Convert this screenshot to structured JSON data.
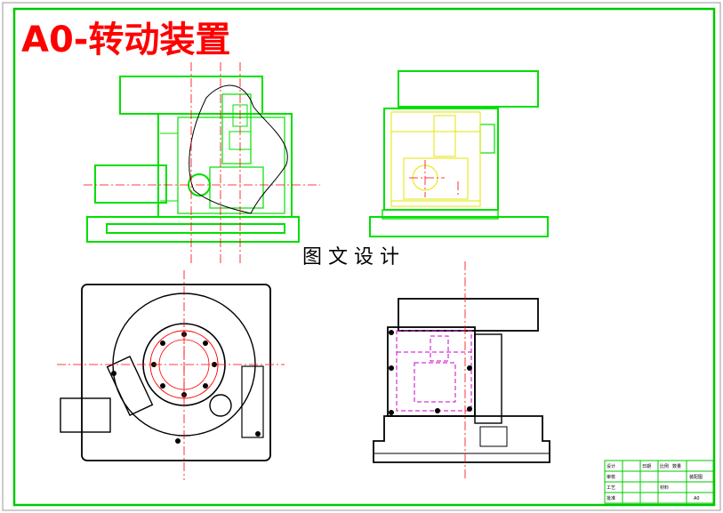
{
  "drawing": {
    "title": "A0-转动装置",
    "watermark": "图 文 设 计",
    "colors": {
      "border": "#00c800",
      "title": "#ff0000",
      "outline_green": "#00e000",
      "centerline": "#ff0000",
      "part_black": "#000000",
      "hidden_magenta": "#cc00cc",
      "yellow": "#e6e600"
    },
    "title_block": {
      "cells": [
        "装配图",
        "A0",
        "比例",
        "数量",
        "材料",
        "设计",
        "审核",
        "工艺",
        "批准",
        "日期"
      ]
    }
  }
}
